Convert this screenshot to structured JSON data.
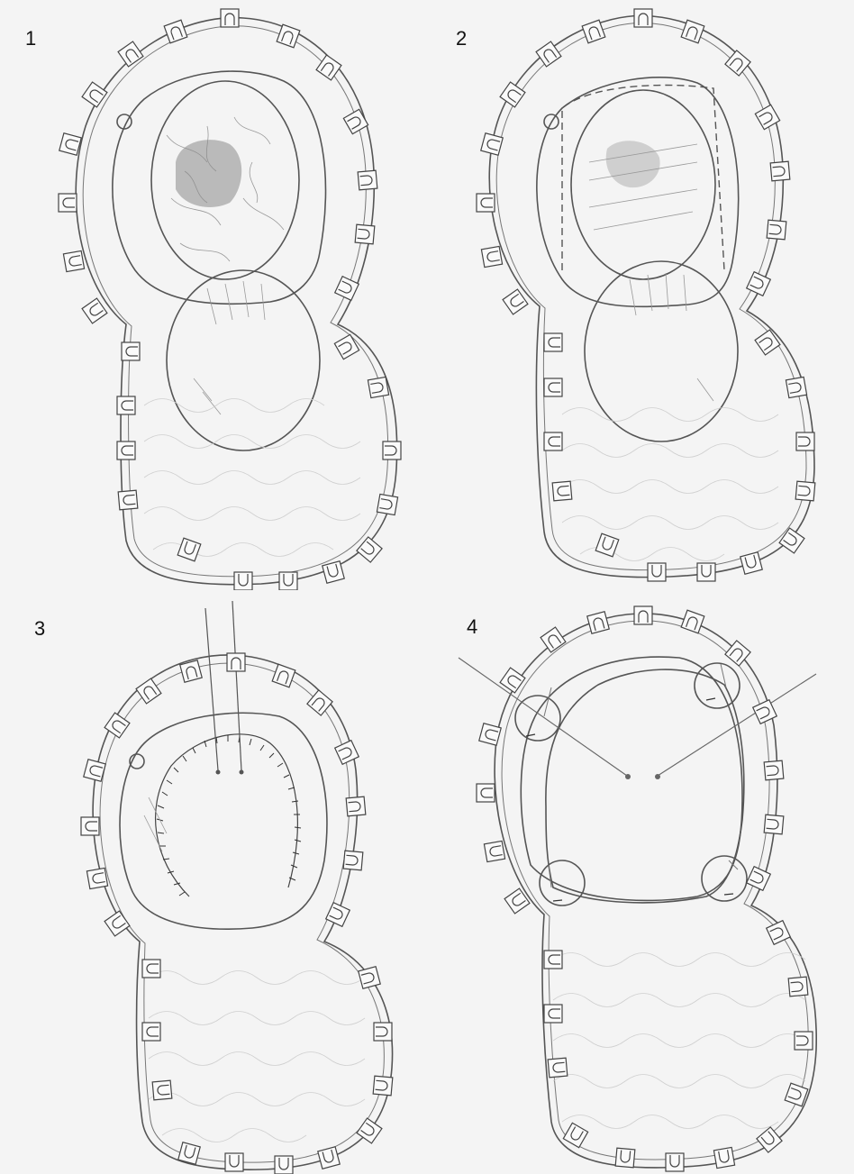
{
  "panels": [
    {
      "number": "1"
    },
    {
      "number": "2"
    },
    {
      "number": "3"
    },
    {
      "number": "4"
    }
  ],
  "colors": {
    "background": "#f4f4f4",
    "pencil": "#555555",
    "shade": "#8a8a8a"
  }
}
